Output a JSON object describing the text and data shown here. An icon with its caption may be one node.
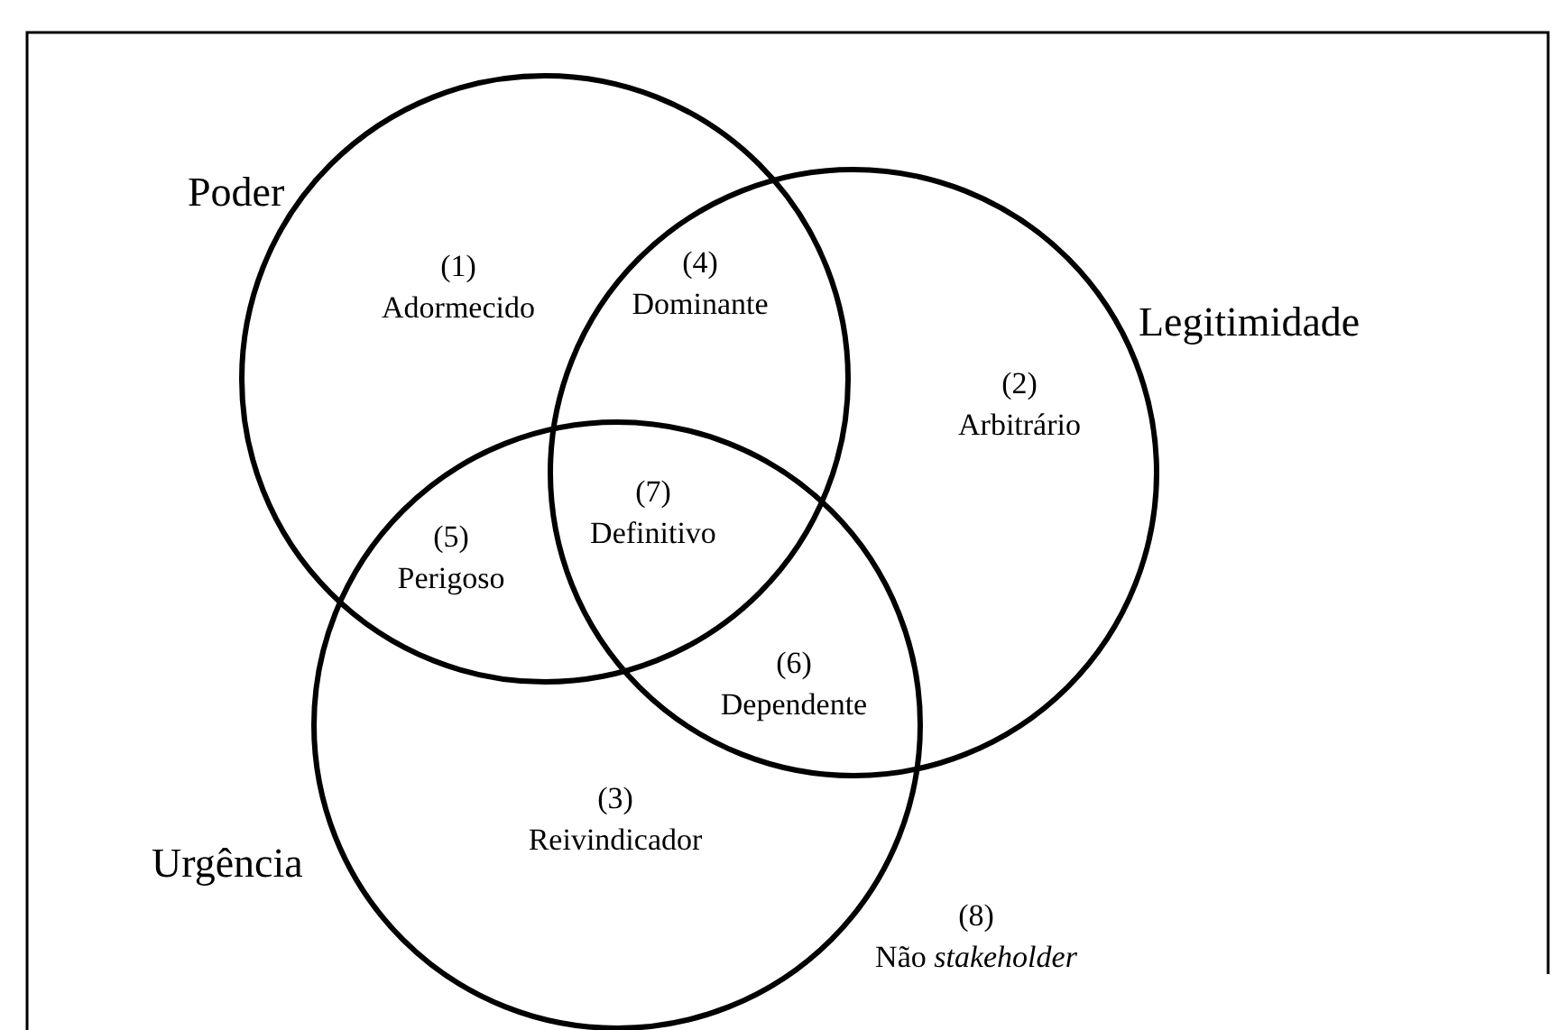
{
  "diagram": {
    "nodes": [
      {
        "text": [
          "Poder"
        ]
      },
      {
        "text": [
          "Legitimidade"
        ]
      },
      {
        "text": [
          "Urgência"
        ]
      }
    ],
    "labels": [
      "(1) Adormecido",
      "(4) Dominante",
      "(2) Arbitrário",
      "(7) Definitivo",
      "(5) Perigoso",
      "(6) Dependente",
      "(3) Reivindicador",
      "(8) Não *stakeholder*"
    ]
  }
}
